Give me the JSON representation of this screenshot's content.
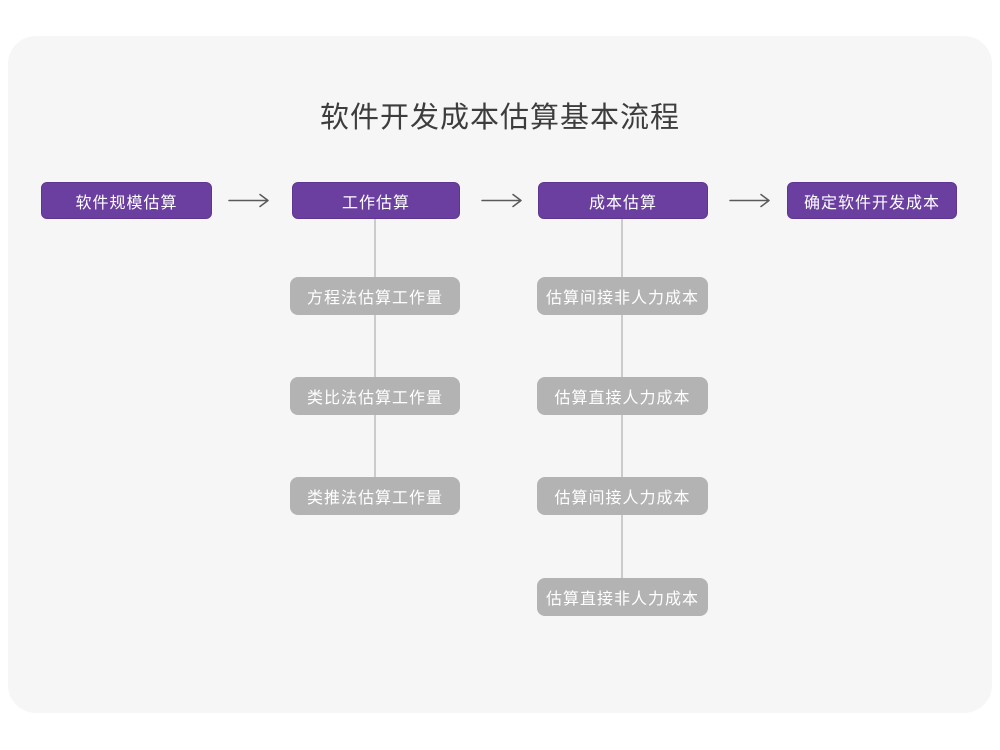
{
  "title": "软件开发成本估算基本流程",
  "flow": {
    "stages": [
      {
        "label": "软件规模估算"
      },
      {
        "label": "工作估算"
      },
      {
        "label": "成本估算"
      },
      {
        "label": "确定软件开发成本"
      }
    ]
  },
  "substeps": {
    "work_estimation": [
      "方程法估算工作量",
      "类比法估算工作量",
      "类推法估算工作量"
    ],
    "cost_estimation": [
      "估算间接非人力成本",
      "估算直接人力成本",
      "估算间接人力成本",
      "估算直接非人力成本"
    ]
  },
  "colors": {
    "stage_fill": "#6B3FA0",
    "stage_border": "#5E3692",
    "substep_fill": "#B3B3B3",
    "connector_line": "#CBCBCB",
    "arrow_stroke": "#5A5A5A",
    "card_background": "#F6F6F6",
    "page_background": "#FFFFFF",
    "title_text": "#3D3D3D",
    "box_text": "#FFFFFF"
  }
}
